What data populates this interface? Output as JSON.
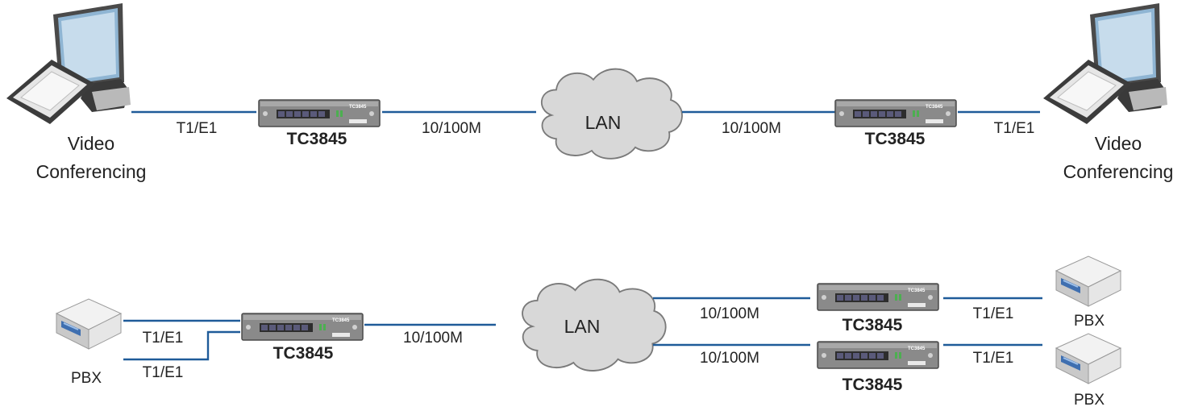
{
  "colors": {
    "link_line": "#1f5b99",
    "device_body": "#8c8c8c",
    "cloud": "#d8d8d8"
  },
  "top": {
    "left_endpoint": [
      "Video",
      "Conferencing"
    ],
    "left_link": "T1/E1",
    "left_device": "TC3845",
    "left_lan_link": "10/100M",
    "cloud": "LAN",
    "right_lan_link": "10/100M",
    "right_device": "TC3845",
    "right_link": "T1/E1",
    "right_endpoint": [
      "Video",
      "Conferencing"
    ]
  },
  "bottom": {
    "left_endpoint": "PBX",
    "left_link_1": "T1/E1",
    "left_link_2": "T1/E1",
    "left_device": "TC3845",
    "left_lan_link": "10/100M",
    "cloud": "LAN",
    "branches": [
      {
        "lan_link": "10/100M",
        "device": "TC3845",
        "link": "T1/E1",
        "endpoint": "PBX"
      },
      {
        "lan_link": "10/100M",
        "device": "TC3845",
        "link": "T1/E1",
        "endpoint": "PBX"
      }
    ]
  }
}
